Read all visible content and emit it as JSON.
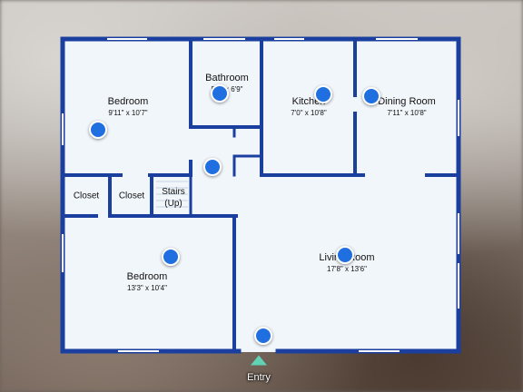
{
  "rooms": {
    "bedroom1": {
      "name": "Bedroom",
      "dims": "9'11\" x 10'7\""
    },
    "bathroom": {
      "name": "Bathroom",
      "dims": "5'1\" x 6'9\""
    },
    "kitchen": {
      "name": "Kitchen",
      "dims": "7'0\" x 10'8\""
    },
    "dining": {
      "name": "Dining Room",
      "dims": "7'11\" x 10'8\""
    },
    "closet1": {
      "name": "Closet"
    },
    "closet2": {
      "name": "Closet"
    },
    "stairs": {
      "line1": "Stairs",
      "line2": "(Up)"
    },
    "bedroom2": {
      "name": "Bedroom",
      "dims": "13'3\" x 10'4\""
    },
    "living": {
      "name": "Living Room",
      "dims": "17'8\" x 13'6\""
    }
  },
  "entry": {
    "label": "Entry"
  },
  "colors": {
    "wall": "#1a3f9e",
    "floor": "#f1f6fb",
    "hotspot": "#1f6fe0",
    "entry": "#5fd3b3"
  }
}
